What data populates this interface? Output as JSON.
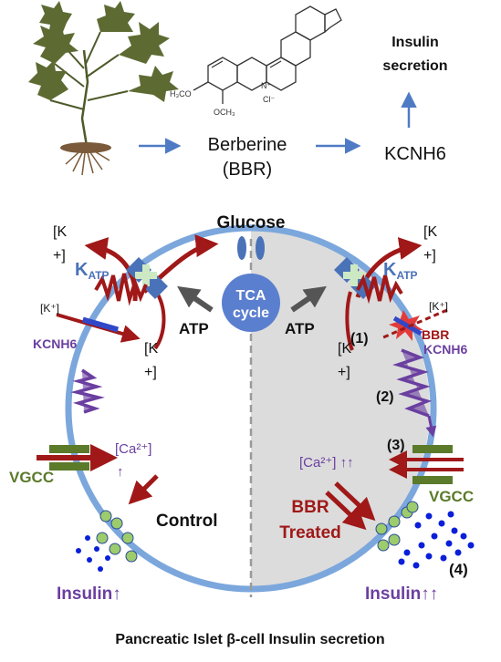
{
  "header": {
    "drug_name": "Berberine",
    "drug_abbr": "(BBR)",
    "target": "KCNH6",
    "outcome_line1": "Insulin",
    "outcome_line2": "secretion",
    "structure_label_methoxy1": "H₃CO",
    "structure_label_methoxy2": "OCH₃",
    "structure_label_chloride": "Cl⁻",
    "structure_label_nplus": "N⁺"
  },
  "cell": {
    "glucose": "Glucose",
    "tca_line1": "TCA",
    "tca_line2": "cycle",
    "left": {
      "k_top_a": "[K",
      "k_top_b": "+]",
      "katp_main": "K",
      "katp_sub": "ATP",
      "k_small": "[K⁺]",
      "atp": "ATP",
      "kcnh6": "KCNH6",
      "k_in_a": "[K",
      "k_in_b": "+]",
      "ca": "[Ca²⁺]",
      "ca_arrow": "↑",
      "vgcc": "VGCC",
      "condition": "Control",
      "insulin": "Insulin↑"
    },
    "right": {
      "k_top_a": "[K",
      "k_top_b": "+]",
      "katp_main": "K",
      "katp_sub": "ATP",
      "k_small": "[K⁺]",
      "atp": "ATP",
      "bbr": "BBR",
      "kcnh6": "KCNH6",
      "k_in_a": "[K",
      "k_in_b": "+]",
      "step1": "(1)",
      "step2": "(2)",
      "step3": "(3)",
      "step4": "(4)",
      "ca": "[Ca²⁺] ↑↑",
      "vgcc": "VGCC",
      "condition_line1": "BBR",
      "condition_line2": "Treated",
      "insulin": "Insulin↑↑"
    }
  },
  "caption": "Pancreatic Islet β-cell Insulin secretion",
  "colors": {
    "membrane": "#7ba7dc",
    "flow_arrow": "#4f7bc5",
    "dark_red": "#9b1b1b",
    "purple": "#6a3fa0",
    "blue_channel": "#4a72b8",
    "green": "#5b7a2a",
    "tca": "#5b7fcf",
    "insulin_blue": "#0a1fd8",
    "gray_half": "#dcdcdc",
    "atp_arrow": "#555555"
  }
}
